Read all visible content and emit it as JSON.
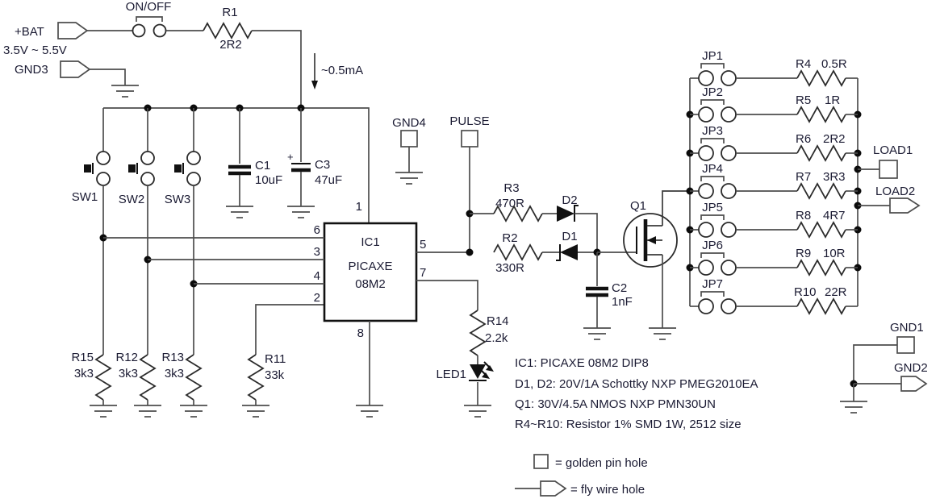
{
  "schematic": {
    "power": {
      "bat": "+BAT",
      "range": "3.5V ~ 5.5V",
      "gnd3": "GND3",
      "switch_label": "ON/OFF",
      "r1_name": "R1",
      "r1_value": "2R2",
      "current": "~0.5mA"
    },
    "switches": [
      {
        "label": "SW1"
      },
      {
        "label": "SW2"
      },
      {
        "label": "SW3"
      }
    ],
    "pulldowns": [
      {
        "name": "R15",
        "value": "3k3"
      },
      {
        "name": "R12",
        "value": "3k3"
      },
      {
        "name": "R13",
        "value": "3k3"
      },
      {
        "name": "R11",
        "value": "33k"
      }
    ],
    "caps": {
      "c1_name": "C1",
      "c1_value": "10uF",
      "c3_plus": "+",
      "c3_name": "C3",
      "c3_value": "47uF",
      "c2_name": "C2",
      "c2_value": "1nF"
    },
    "ic": {
      "ref": "IC1",
      "family": "PICAXE",
      "part": "08M2",
      "pin_top": "1",
      "pins_left": [
        "6",
        "3",
        "4",
        "2"
      ],
      "pins_right": [
        "5",
        "7"
      ],
      "pin_bottom": "8"
    },
    "io": {
      "gnd4": "GND4",
      "pulse": "PULSE",
      "load1": "LOAD1",
      "load2": "LOAD2",
      "gnd1": "GND1",
      "gnd2": "GND2"
    },
    "driver": {
      "r3_name": "R3",
      "r3_value": "470R",
      "r2_name": "R2",
      "r2_value": "330R",
      "d2": "D2",
      "d1": "D1",
      "q1": "Q1"
    },
    "indicator": {
      "r14_name": "R14",
      "r14_value": "2.2k",
      "led": "LED1"
    },
    "jumpers": [
      {
        "jp": "JP1",
        "r": "R4",
        "value": "0.5R"
      },
      {
        "jp": "JP2",
        "r": "R5",
        "value": "1R"
      },
      {
        "jp": "JP3",
        "r": "R6",
        "value": "2R2"
      },
      {
        "jp": "JP4",
        "r": "R7",
        "value": "3R3"
      },
      {
        "jp": "JP5",
        "r": "R8",
        "value": "4R7"
      },
      {
        "jp": "JP6",
        "r": "R9",
        "value": "10R"
      },
      {
        "jp": "JP7",
        "r": "R10",
        "value": "22R"
      }
    ],
    "notes": [
      "IC1: PICAXE 08M2 DIP8",
      "D1, D2: 20V/1A Schottky NXP PMEG2010EA",
      "Q1: 30V/4.5A NMOS NXP PMN30UN",
      "R4~R10: Resistor 1% SMD 1W, 2512 size"
    ],
    "legend": [
      {
        "text": "= golden pin hole"
      },
      {
        "text": "= fly wire hole"
      }
    ]
  }
}
